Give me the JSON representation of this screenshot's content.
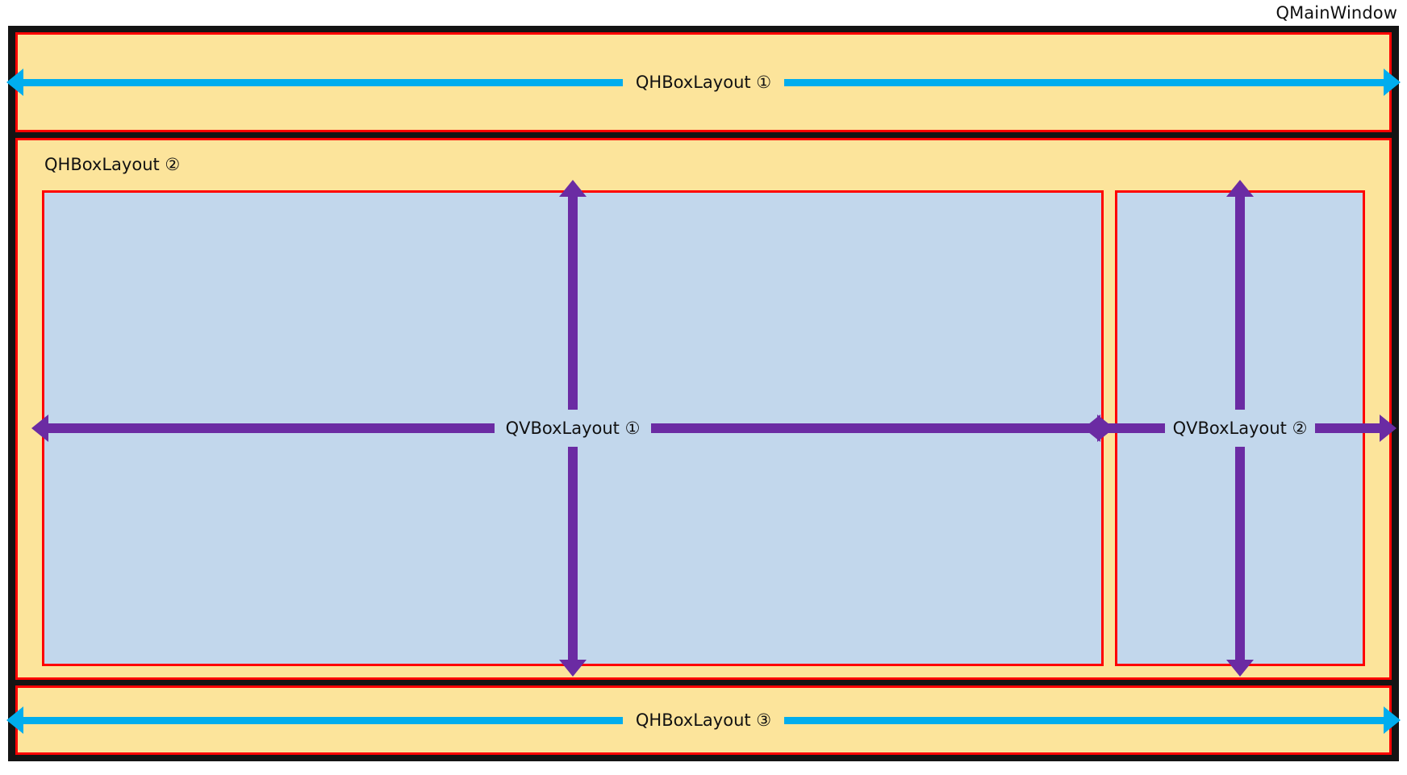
{
  "window": {
    "title": "QMainWindow",
    "frame_color": "#141414"
  },
  "colors": {
    "yellow_region": "#fce49b",
    "blue_panel": "#c2d7ec",
    "red_border": "#ff0000",
    "cyan_arrow": "#00adee",
    "purple_arrow": "#6b2ba3",
    "text": "#111111",
    "background": "#ffffff"
  },
  "regions": {
    "top": {
      "name": "top-horizontal-layout",
      "label": "QHBoxLayout ①",
      "arrow": "double-horizontal-arrow",
      "arrow_color": "#00adee"
    },
    "middle": {
      "name": "middle-horizontal-layout",
      "label": "QHBoxLayout ②",
      "panels": [
        {
          "name": "left-vertical-layout-panel",
          "label": "QVBoxLayout ①",
          "vertical_arrow": "double-vertical-arrow",
          "horizontal_arrow": "double-horizontal-arrow",
          "arrow_color": "#6b2ba3"
        },
        {
          "name": "right-vertical-layout-panel",
          "label": "QVBoxLayout ②",
          "vertical_arrow": "double-vertical-arrow",
          "horizontal_arrow": "double-horizontal-arrow",
          "arrow_color": "#6b2ba3"
        }
      ]
    },
    "bottom": {
      "name": "bottom-horizontal-layout",
      "label": "QHBoxLayout ③",
      "arrow": "double-horizontal-arrow",
      "arrow_color": "#00adee"
    }
  }
}
